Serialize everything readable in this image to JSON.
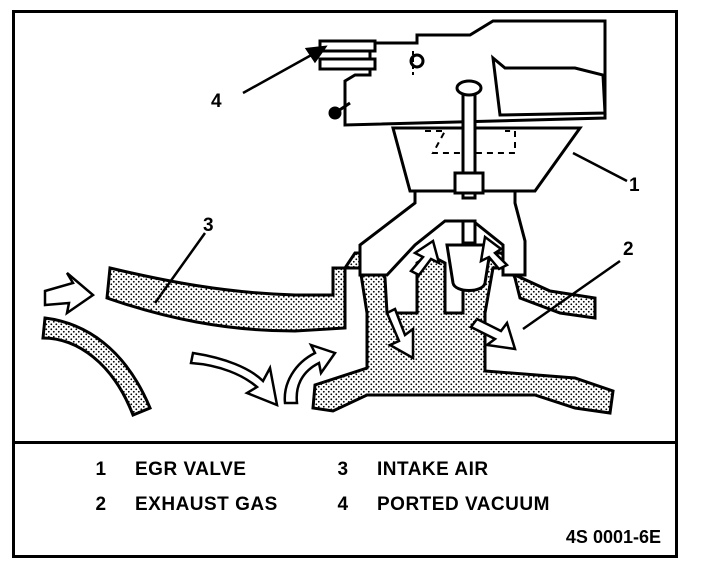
{
  "callouts": [
    {
      "number": "1"
    },
    {
      "number": "2"
    },
    {
      "number": "3"
    },
    {
      "number": "4"
    }
  ],
  "legend": [
    {
      "number": "1",
      "label": "EGR VALVE"
    },
    {
      "number": "2",
      "label": "EXHAUST GAS"
    },
    {
      "number": "3",
      "label": "INTAKE AIR"
    },
    {
      "number": "4",
      "label": "PORTED VACUUM"
    }
  ],
  "figure_code": "4S 0001-6E"
}
